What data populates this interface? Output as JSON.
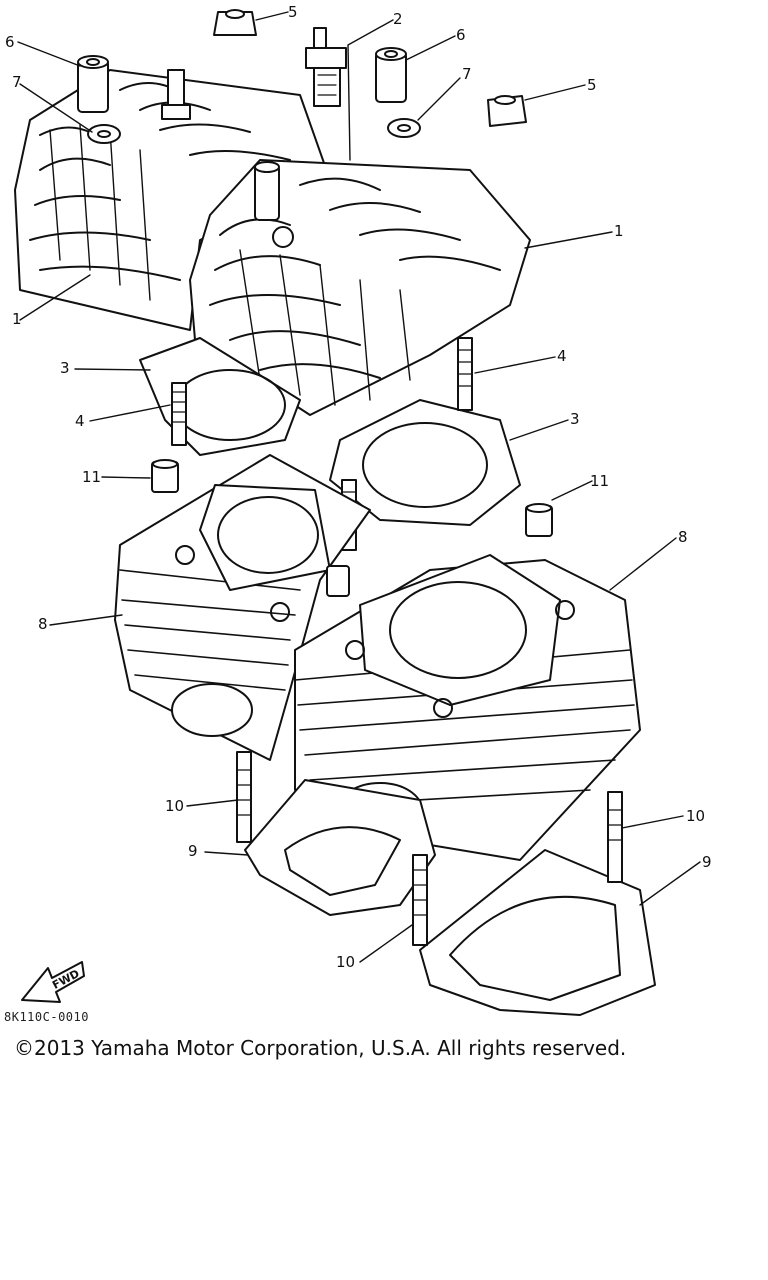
{
  "diagram": {
    "callouts": [
      {
        "id": "c5a",
        "text": "5"
      },
      {
        "id": "c2",
        "text": "2"
      },
      {
        "id": "c6a",
        "text": "6"
      },
      {
        "id": "c6b",
        "text": "6"
      },
      {
        "id": "c7a",
        "text": "7"
      },
      {
        "id": "c7b",
        "text": "7"
      },
      {
        "id": "c5b",
        "text": "5"
      },
      {
        "id": "c1a",
        "text": "1"
      },
      {
        "id": "c1b",
        "text": "1"
      },
      {
        "id": "c3a",
        "text": "3"
      },
      {
        "id": "c4a",
        "text": "4"
      },
      {
        "id": "c4b",
        "text": "4"
      },
      {
        "id": "c3b",
        "text": "3"
      },
      {
        "id": "c11a",
        "text": "11"
      },
      {
        "id": "c11b",
        "text": "11"
      },
      {
        "id": "c8a",
        "text": "8"
      },
      {
        "id": "c8b",
        "text": "8"
      },
      {
        "id": "c10a",
        "text": "10"
      },
      {
        "id": "c10b",
        "text": "10"
      },
      {
        "id": "c10c",
        "text": "10"
      },
      {
        "id": "c9a",
        "text": "9"
      },
      {
        "id": "c9b",
        "text": "9"
      }
    ],
    "fwd_label": "FWD",
    "drawing_code": "8K110C-0010",
    "copyright": "©2013 Yamaha Motor Corporation, U.S.A. All rights reserved."
  }
}
